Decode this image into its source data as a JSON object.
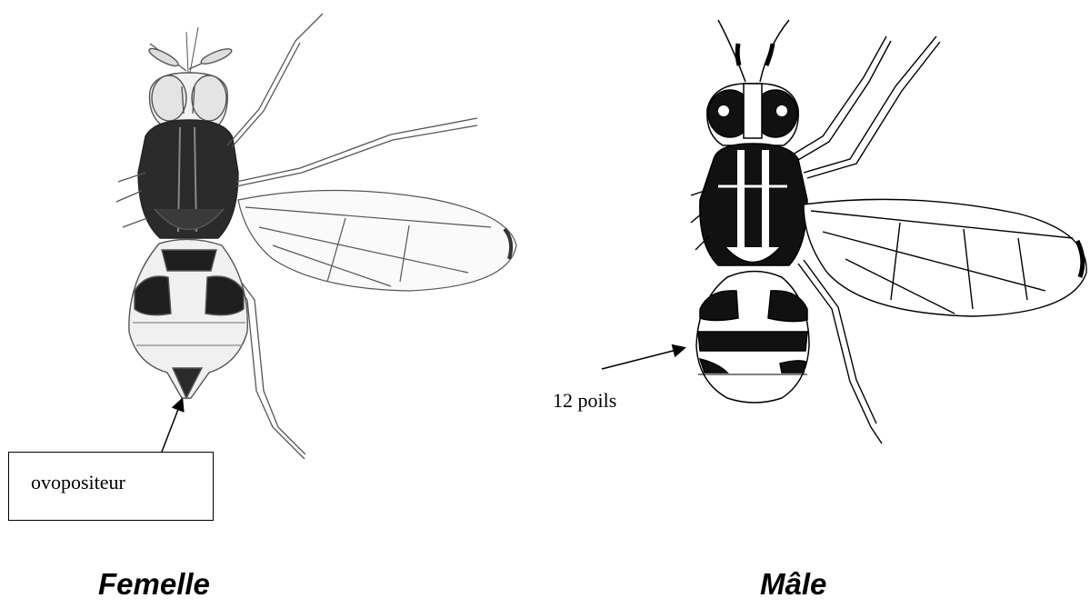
{
  "labels": {
    "ovipositor": "ovopositeur",
    "hairs": "12 poils"
  },
  "captions": {
    "female": "Femelle",
    "male": "Mâle"
  },
  "colors": {
    "ink": "#000000",
    "background": "#ffffff"
  }
}
